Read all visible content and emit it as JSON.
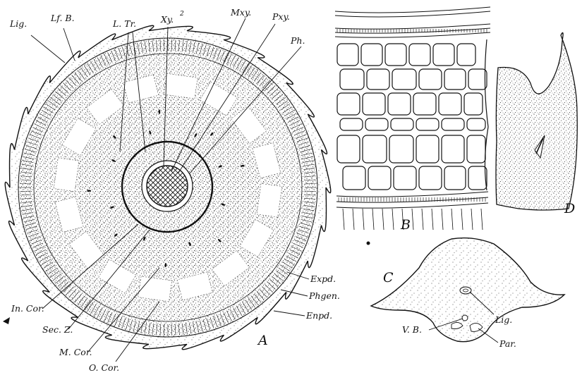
{
  "figure": {
    "panels": {
      "A": "A",
      "B": "B",
      "C": "C",
      "D": "D"
    },
    "labels_A": {
      "lig": "Lig.",
      "lfb": "Lf. B.",
      "ltr": "L. Tr.",
      "xy2": "Xy.",
      "xy2_sup": "2",
      "mxy": "Mxy.",
      "pxy": "Pxy.",
      "ph": "Ph.",
      "expd": "Expd.",
      "phgen": "Phgen.",
      "enpd": "Enpd.",
      "incor": "In. Cor.",
      "secz": "Sec. Z.",
      "mcor": "M. Cor.",
      "ocor": "O. Cor."
    },
    "labels_C": {
      "lig": "Lig.",
      "vb": "V. B.",
      "par": "Par."
    }
  }
}
